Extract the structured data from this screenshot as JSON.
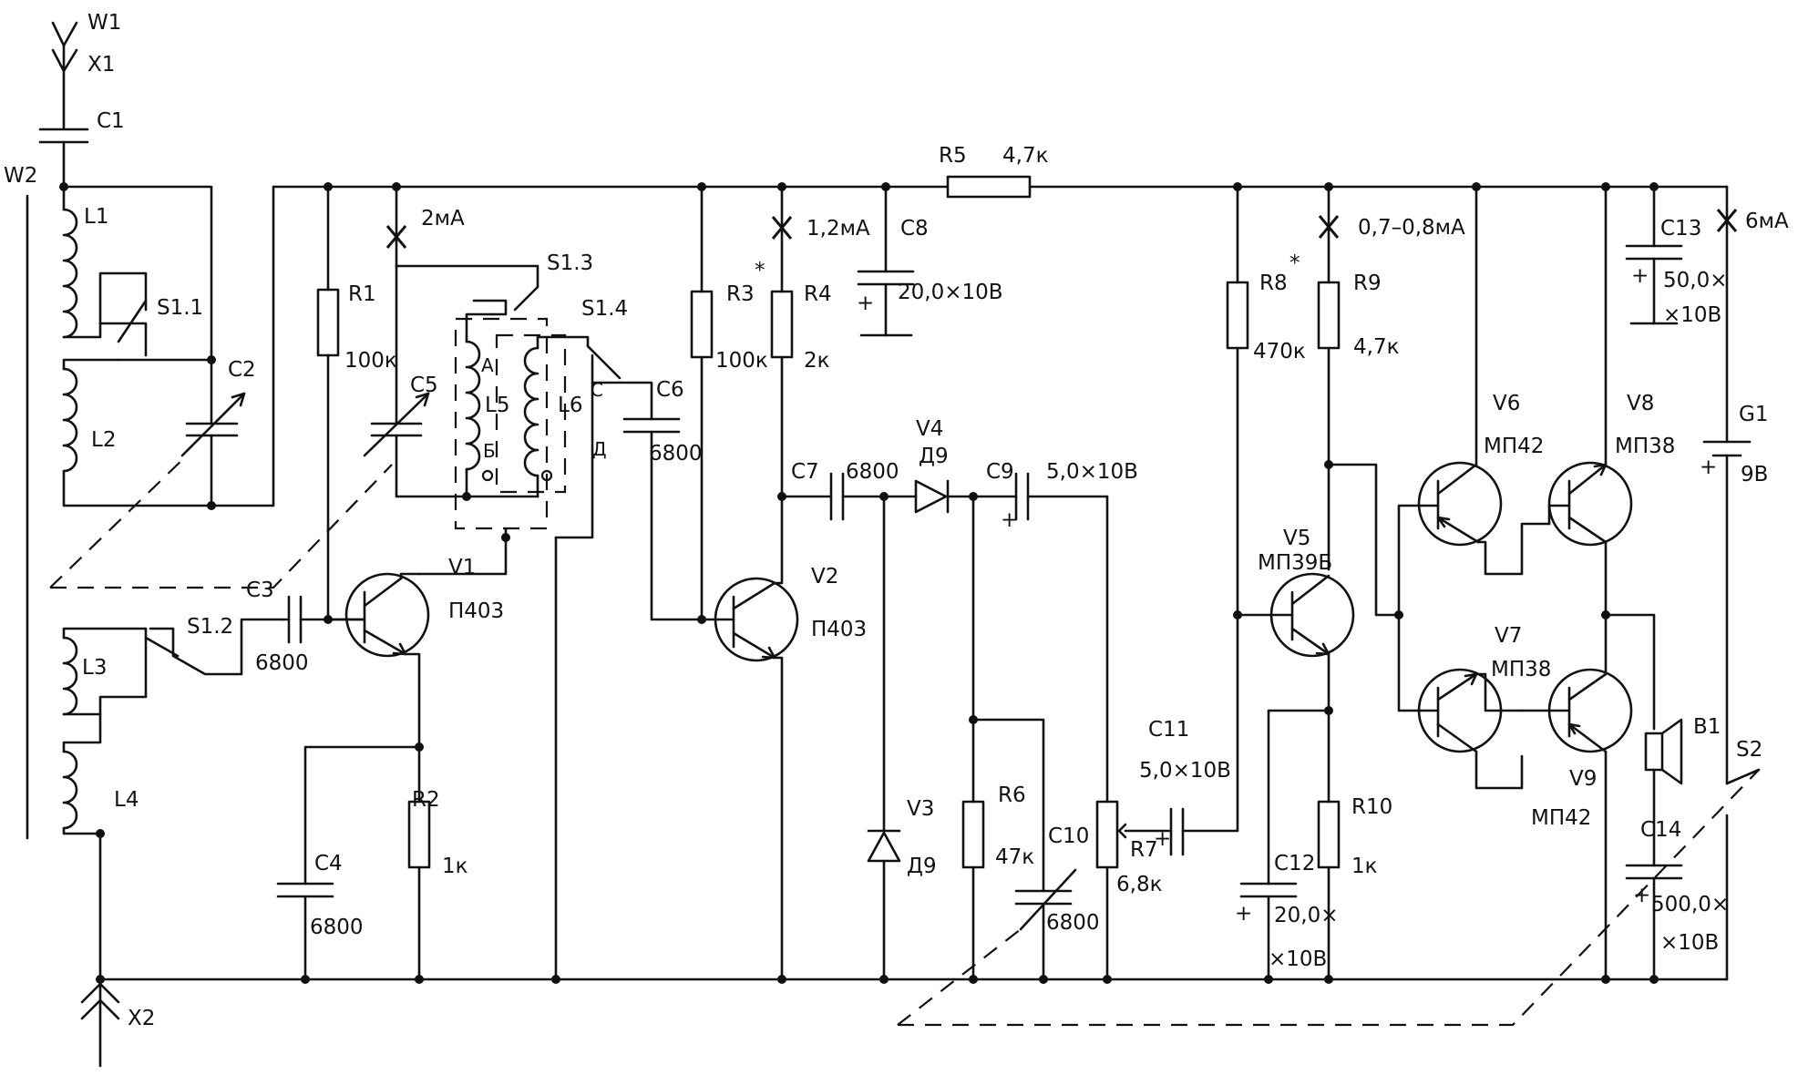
{
  "antenna": {
    "w1": "W1",
    "x1": "X1",
    "w2": "W2",
    "x2": "X2"
  },
  "coils": {
    "l1": "L1",
    "l2": "L2",
    "l3": "L3",
    "l4": "L4",
    "l5": "L5",
    "l6": "L6"
  },
  "switches": {
    "s11": "S1.1",
    "s12": "S1.2",
    "s13": "S1.3",
    "s14": "S1.4",
    "s2": "S2"
  },
  "taps": {
    "a": "А",
    "b": "Б",
    "c": "С",
    "d": "Д"
  },
  "capacitors": {
    "c1": "C1",
    "c2": "C2",
    "c3": "C3",
    "c3_val": "6800",
    "c4": "C4",
    "c4_val": "6800",
    "c5": "C5",
    "c6": "C6",
    "c6_val": "6800",
    "c7": "C7",
    "c7_val": "6800",
    "c8": "C8",
    "c8_val": "20,0×10В",
    "c9": "C9",
    "c9_val": "5,0×10В",
    "c10": "C10",
    "c10_val": "6800",
    "c11": "C11",
    "c11_val": "5,0×10В",
    "c12": "C12",
    "c12_val1": "20,0×",
    "c12_val2": "×10В",
    "c13": "C13",
    "c13_val1": "50,0×",
    "c13_val2": "×10В",
    "c14": "C14",
    "c14_val1": "500,0×",
    "c14_val2": "×10В"
  },
  "resistors": {
    "r1": "R1",
    "r1_val": "100к",
    "r2": "R2",
    "r2_val": "1к",
    "r3": "R3",
    "r3_val": "100к",
    "r4": "R4",
    "r4_val": "2к",
    "r5": "R5",
    "r5_val": "4,7к",
    "r6": "R6",
    "r6_val": "47к",
    "r7": "R7",
    "r7_val": "6,8к",
    "r8": "R8",
    "r8_val": "470к",
    "r9": "R9",
    "r9_val": "4,7к",
    "r10": "R10",
    "r10_val": "1к",
    "star": "*"
  },
  "transistors": {
    "v1": "V1",
    "v1_type": "П403",
    "v2": "V2",
    "v2_type": "П403",
    "v5": "V5",
    "v5_type": "МП39Б",
    "v6": "V6",
    "v6_type": "МП42",
    "v7": "V7",
    "v7_type": "МП38",
    "v8": "V8",
    "v8_type": "МП38",
    "v9": "V9",
    "v9_type": "МП42"
  },
  "diodes": {
    "v3": "V3",
    "v3_type": "Д9",
    "v4": "V4",
    "v4_type": "Д9"
  },
  "currents": {
    "i1": "2мА",
    "i2": "1,2мА",
    "i3": "0,7–0,8мА",
    "i4": "6мА"
  },
  "battery": {
    "g1": "G1",
    "g1_val": "9В"
  },
  "speaker": {
    "b1": "B1"
  },
  "polarity": {
    "plus": "+"
  }
}
